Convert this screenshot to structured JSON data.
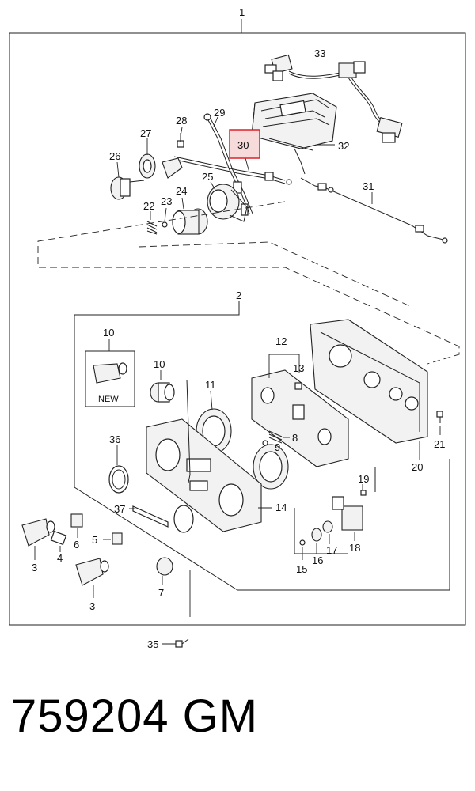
{
  "diagram": {
    "labels": {
      "l1": "1",
      "l2": "2",
      "l3a": "3",
      "l3b": "3",
      "l4": "4",
      "l5": "5",
      "l6": "6",
      "l7": "7",
      "l8": "8",
      "l9": "9",
      "l10a": "10",
      "l10b": "10",
      "l11": "11",
      "l12": "12",
      "l13": "13",
      "l14": "14",
      "l15": "15",
      "l16": "16",
      "l17": "17",
      "l18": "18",
      "l19": "19",
      "l20": "20",
      "l21": "21",
      "l22": "22",
      "l23": "23",
      "l24": "24",
      "l25": "25",
      "l26": "26",
      "l27": "27",
      "l28": "28",
      "l29": "29",
      "l30": "30",
      "l31": "31",
      "l32": "32",
      "l33": "33",
      "l35": "35",
      "l36": "36",
      "l37": "37"
    },
    "new_badge": "NEW",
    "highlight_color": "#e0202a"
  },
  "footer": {
    "code": "759204   GM"
  }
}
